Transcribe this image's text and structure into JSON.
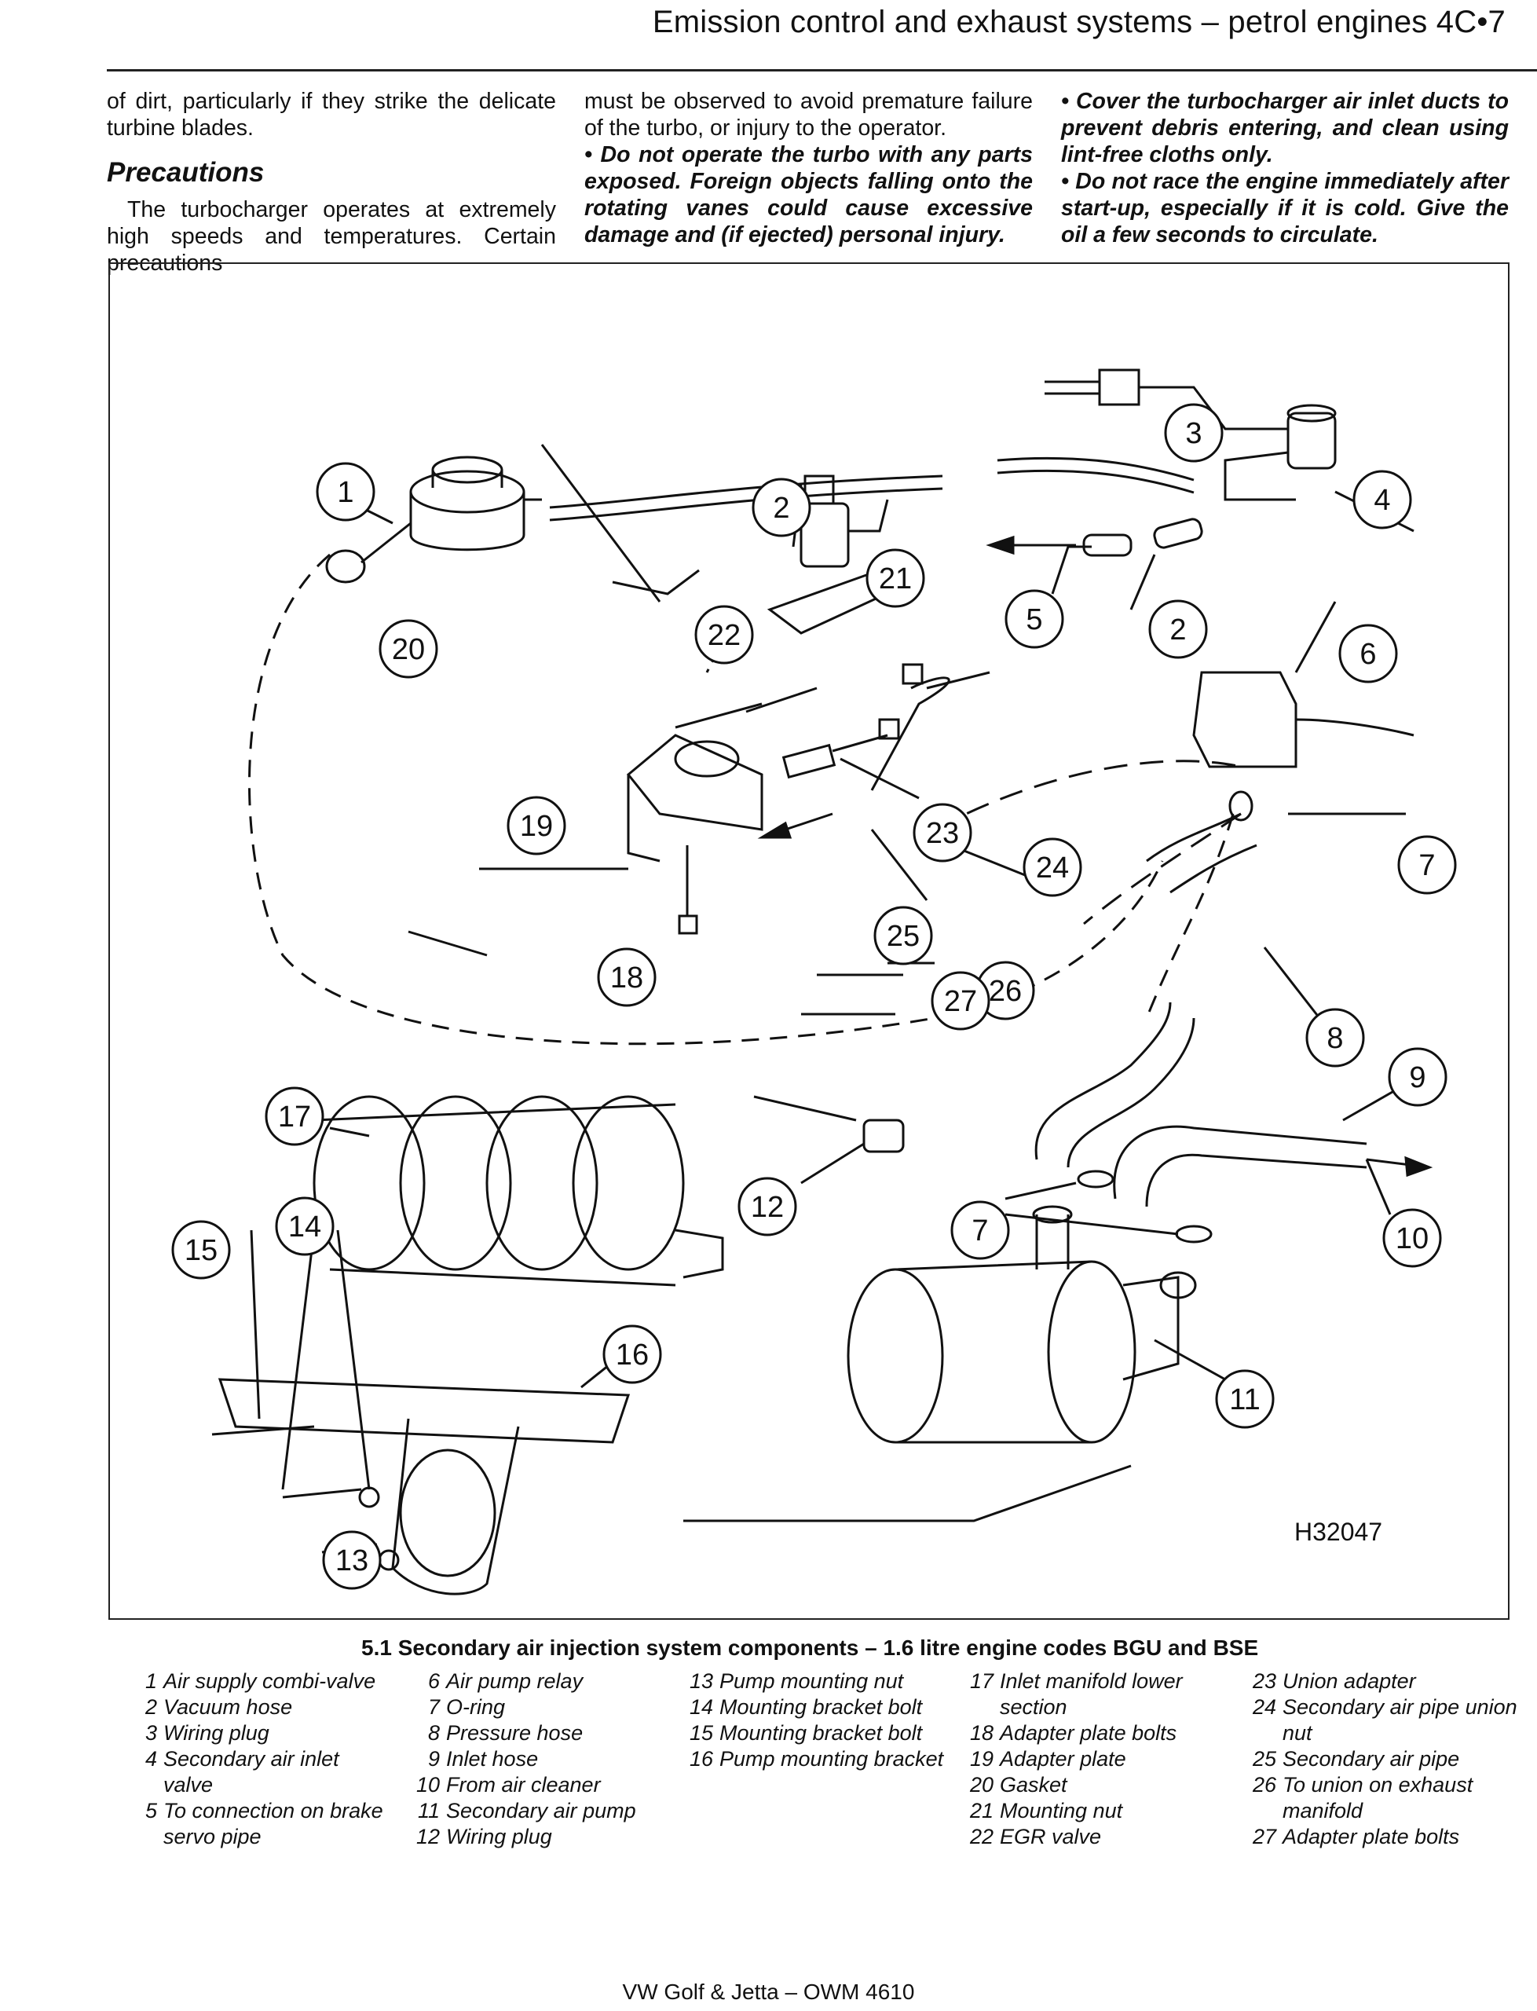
{
  "header": {
    "title": "Emission control and exhaust systems – petrol engines  4C•7"
  },
  "text": {
    "col1_p1": "of dirt, particularly if they strike the delicate turbine blades.",
    "col1_heading": "Precautions",
    "col1_p2": "The turbocharger operates at extremely high speeds and temperatures. Certain precautions",
    "col2_p1": "must be observed to avoid premature failure of the turbo, or injury to the operator.",
    "col2_b1": "• Do not operate the turbo with any parts exposed. Foreign objects falling onto the rotating vanes could cause excessive damage and (if ejected) personal injury.",
    "col3_b1": "• Cover the turbocharger air inlet ducts to prevent debris entering, and clean using lint-free cloths only.",
    "col3_b2": "• Do not race the engine immediately after start-up, especially if it is cold. Give the oil a few seconds to circulate."
  },
  "figure": {
    "code": "H32047",
    "caption": "5.1  Secondary air injection system components – 1.6 litre engine codes BGU and BSE",
    "callouts": [
      "1",
      "2",
      "3",
      "4",
      "5",
      "2",
      "6",
      "7",
      "8",
      "9",
      "10",
      "11",
      "12",
      "7",
      "13",
      "14",
      "15",
      "16",
      "17",
      "18",
      "19",
      "20",
      "21",
      "22",
      "23",
      "24",
      "25",
      "26",
      "27"
    ]
  },
  "legend": {
    "col1": [
      {
        "num": "1",
        "text": "Air supply combi-valve"
      },
      {
        "num": "2",
        "text": "Vacuum hose"
      },
      {
        "num": "3",
        "text": "Wiring plug"
      },
      {
        "num": "4",
        "text": "Secondary air inlet valve"
      },
      {
        "num": "5",
        "text": "To connection on brake servo pipe"
      }
    ],
    "col2": [
      {
        "num": "6",
        "text": "Air pump relay"
      },
      {
        "num": "7",
        "text": "O-ring"
      },
      {
        "num": "8",
        "text": "Pressure hose"
      },
      {
        "num": "9",
        "text": "Inlet hose"
      },
      {
        "num": "10",
        "text": "From air cleaner"
      },
      {
        "num": "11",
        "text": "Secondary air pump"
      },
      {
        "num": "12",
        "text": "Wiring plug"
      }
    ],
    "col3": [
      {
        "num": "13",
        "text": "Pump mounting nut"
      },
      {
        "num": "14",
        "text": "Mounting bracket bolt"
      },
      {
        "num": "15",
        "text": "Mounting bracket bolt"
      },
      {
        "num": "16",
        "text": "Pump mounting bracket"
      }
    ],
    "col4": [
      {
        "num": "17",
        "text": "Inlet manifold lower section"
      },
      {
        "num": "18",
        "text": "Adapter plate bolts"
      },
      {
        "num": "19",
        "text": "Adapter plate"
      },
      {
        "num": "20",
        "text": "Gasket"
      },
      {
        "num": "21",
        "text": "Mounting nut"
      },
      {
        "num": "22",
        "text": "EGR valve"
      }
    ],
    "col5": [
      {
        "num": "23",
        "text": "Union adapter"
      },
      {
        "num": "24",
        "text": "Secondary air pipe union nut"
      },
      {
        "num": "25",
        "text": "Secondary air pipe"
      },
      {
        "num": "26",
        "text": "To union on exhaust manifold"
      },
      {
        "num": "27",
        "text": "Adapter plate bolts"
      }
    ]
  },
  "footer": {
    "text": "VW Golf & Jetta – OWM 4610"
  }
}
